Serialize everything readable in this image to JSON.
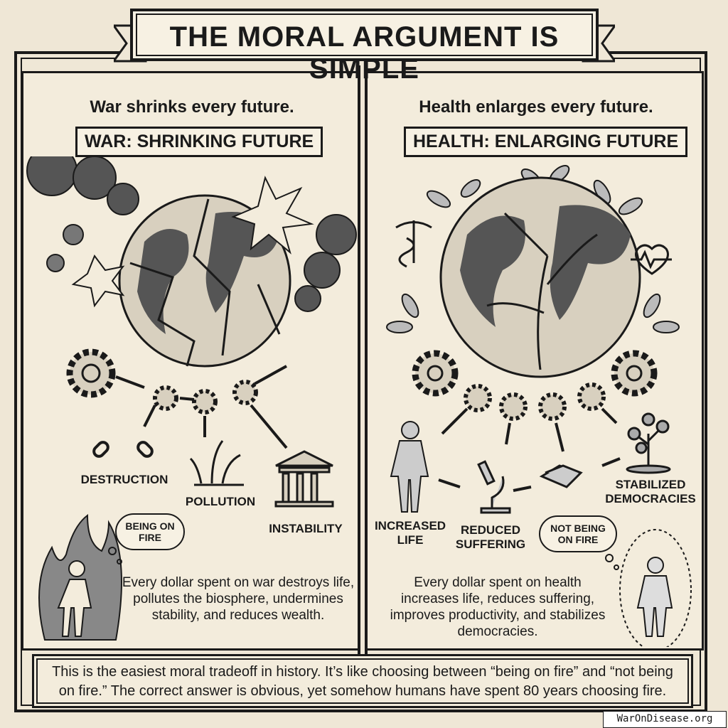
{
  "title": "THE MORAL ARGUMENT IS SIMPLE",
  "left": {
    "subheading": "War shrinks every future.",
    "label": "WAR: SHRINKING FUTURE",
    "outcomes": [
      "DESTRUCTION",
      "POLLUTION",
      "INSTABILITY"
    ],
    "bubble": "BEING ON FIRE",
    "body": "Every dollar spent on war destroys life, pollutes the biosphere, undermines stability, and reduces wealth."
  },
  "right": {
    "subheading": "Health enlarges every future.",
    "label": "HEALTH: ENLARGING FUTURE",
    "outcomes": [
      "INCREASED LIFE",
      "REDUCED SUFFERING",
      "STABILIZED DEMOCRACIES"
    ],
    "bubble": "NOT BEING ON FIRE",
    "body": "Every dollar spent on health increases life, reduces suffering, improves productivity, and stabilizes democracies."
  },
  "footer": "This is the easiest moral tradeoff in history. It’s like choosing between “being on fire” and “not being on fire.” The correct answer is obvious, yet somehow humans have spent 80 years choosing fire.",
  "watermark": "WarOnDisease.org"
}
